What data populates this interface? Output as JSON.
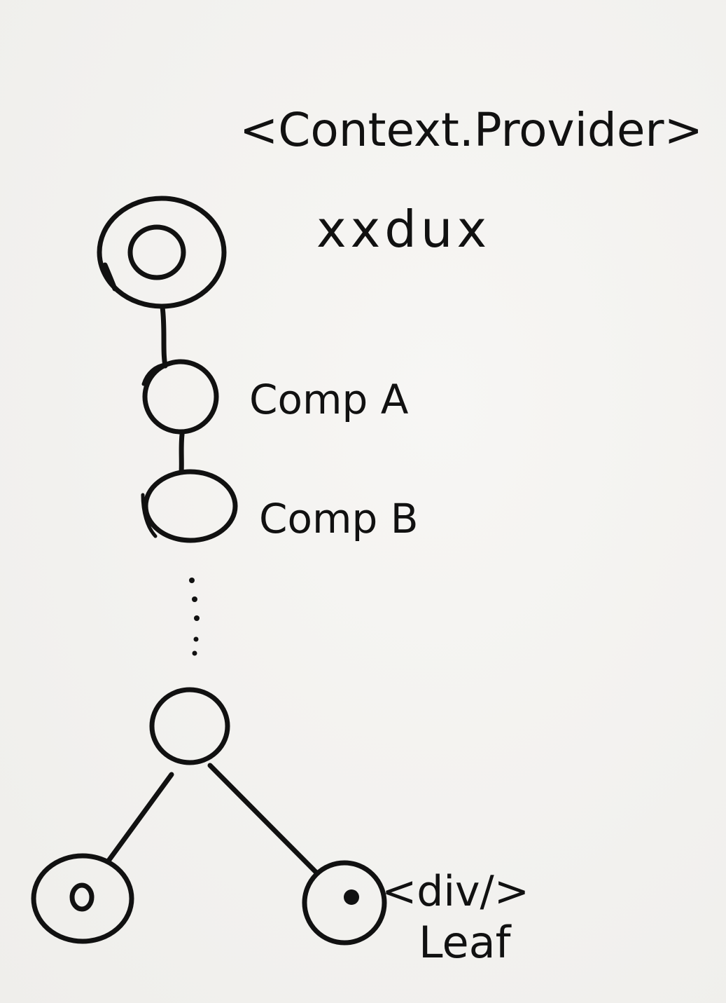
{
  "labels": {
    "provider": "<Context.Provider>",
    "store": "xxdux",
    "comp_a": "Comp A",
    "comp_b": "Comp B",
    "leaf_tag": "<div/>",
    "leaf_word": "Leaf"
  }
}
